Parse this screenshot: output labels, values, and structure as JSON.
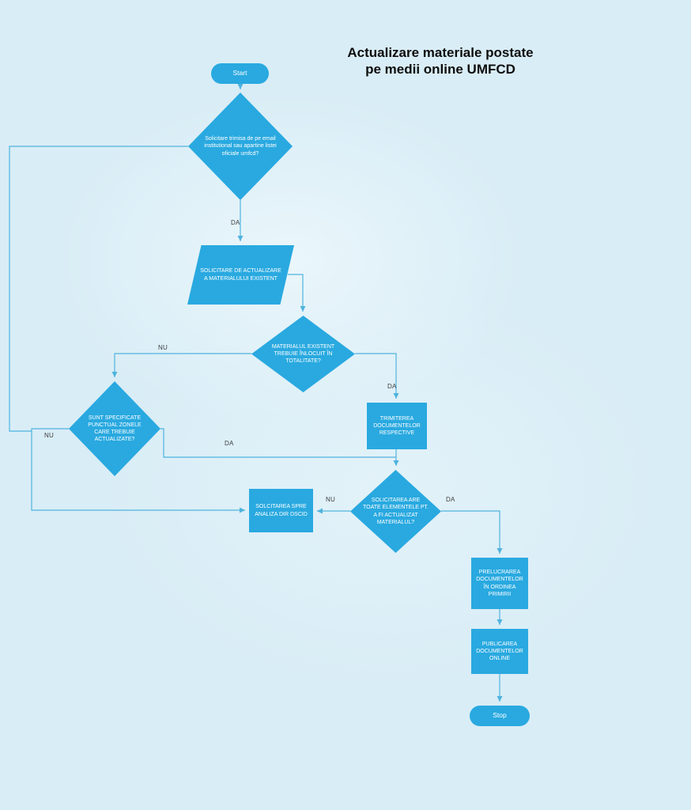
{
  "title": {
    "line1": "Actualizare materiale postate",
    "line2": "pe medii online UMFCD"
  },
  "nodes": {
    "start": "Start",
    "check_email": "Solicitare trimisa de pe email institutional sau apartine listei oficiale umfcd?",
    "request_update": "SOLICITARE DE ACTUALIZARE A MATERIALULUI EXISTENT",
    "check_replace_total": "MATERIALUL EXISTENT TREBUIE ÎNLOCUIT ÎN TOTALITATE?",
    "check_zones": "SUNT SPECIFICATE PUNCTUAL ZONELE CARE TREBUIE ACTUALIZATE?",
    "send_documents": "TRIMITEREA DOCUMENTELOR RESPECTIVE",
    "check_elements": "SOLICITAREA ARE TOATE ELEMENTELE PT. A FI ACTUALIZAT MATERIALUL?",
    "dscid_analysis": "SOLCITAREA SPRE ANALIZA DIR DSCID",
    "process_documents": "PRELUCRAREA DOCUMENTELOR ÎN ORDINEA PRIMIRII",
    "publish_online": "PUBLICAREA DOCUMENTELOR ONLINE",
    "stop": "Stop"
  },
  "edge_labels": {
    "email_yes": "DA",
    "replace_no": "NU",
    "replace_yes": "DA",
    "zones_yes": "DA",
    "zones_no": "NU",
    "elements_no": "NU",
    "elements_yes": "DA"
  },
  "colors": {
    "shape_fill": "#29a9e0",
    "connector": "#4fb3de",
    "background": "#d9edf6",
    "node_text": "#ffffff",
    "edge_label_text": "#3d3d3d",
    "title_text": "#0d0d0d"
  }
}
